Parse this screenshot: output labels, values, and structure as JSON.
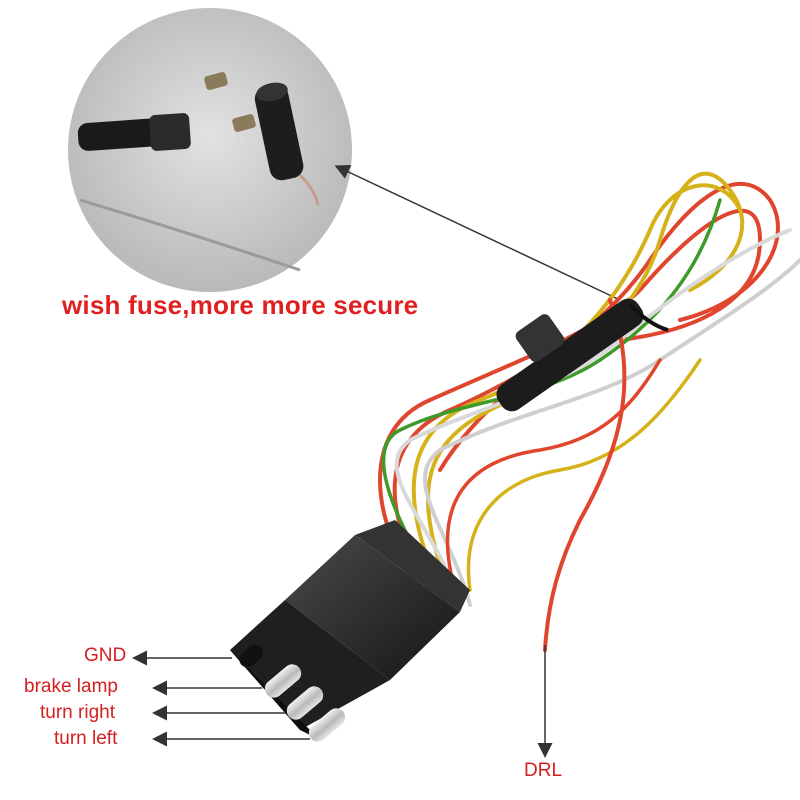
{
  "caption": "wish fuse,more more secure",
  "pins": {
    "gnd": "GND",
    "brake": "brake lamp",
    "turn_right": "turn right",
    "turn_left": "turn left",
    "drl": "DRL"
  },
  "colors": {
    "label_red": "#d41f1f",
    "wire_red": "#e0452e",
    "wire_yellow": "#d6b21a",
    "wire_green": "#3f9a2a",
    "wire_white": "#d9d9d9",
    "connector": "#2a2a2a",
    "inset_bg": "#c9c9c9"
  }
}
